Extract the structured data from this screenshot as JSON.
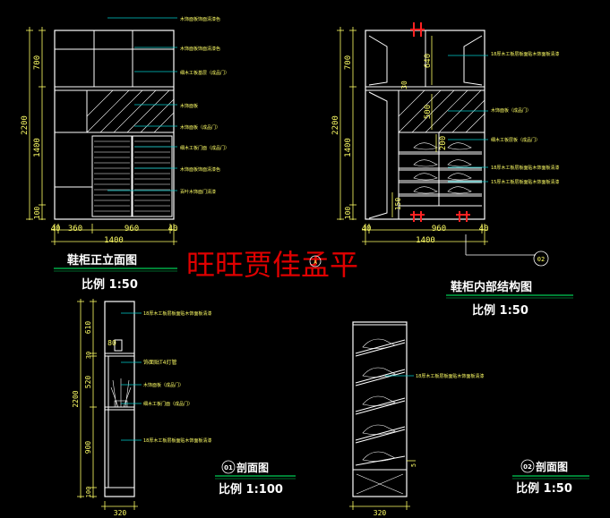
{
  "watermark": "旺旺贾佳孟平",
  "views": {
    "front_elevation": {
      "title": "鞋柜正立面图",
      "scale": "比例 1:50",
      "dims_vertical": [
        "700",
        "2200",
        "1400",
        "100"
      ],
      "dims_horizontal": [
        "40",
        "360",
        "960",
        "40"
      ],
      "overall_width": "1400",
      "notes": [
        "木饰面板饰面清漆色",
        "木饰面板饰面清漆色",
        "细木工板基层（成品门）",
        "木饰面板",
        "木饰面板（成品门）",
        "细木工板门面（成品门）",
        "木饰面板饰面清漆色",
        "百叶木饰面门清漆"
      ]
    },
    "internal_structure": {
      "title": "鞋柜内部结构图",
      "scale": "比例 1:50",
      "marker": "02",
      "dims_vertical": [
        "700",
        "2200",
        "1400",
        "100"
      ],
      "inner_dims": [
        "640",
        "30",
        "500",
        "200",
        "150"
      ],
      "dims_horizontal": [
        "40",
        "960",
        "40"
      ],
      "overall_width": "1400",
      "notes": [
        "18厚木工板层板面贴木饰面板清漆",
        "木饰面板（成品门）",
        "细木工板层板（成品门）",
        "18厚木工板层板面贴木饰面板清漆",
        "15厚木工板层板面贴木饰面板清漆"
      ]
    },
    "section_01": {
      "title": "剖面图",
      "marker": "01",
      "scale": "比例 1:100",
      "dims_vertical": [
        "610",
        "30",
        "80",
        "520",
        "2200",
        "900",
        "100"
      ],
      "label_30": "30",
      "width": "320",
      "notes": [
        "18厚木工板层板面贴木饰面板清漆",
        "饰面贴T4灯管",
        "木饰面板（成品门）",
        "细木工板门面（成品门）",
        "18厚木工板层板面贴木饰面板清漆"
      ]
    },
    "section_02": {
      "title": "剖面图",
      "marker": "02",
      "scale": "比例 1:50",
      "width": "320",
      "dim_small": "5",
      "notes": [
        "18厚木工板层板面贴木饰面板清漆"
      ]
    }
  },
  "marker_center": "A"
}
